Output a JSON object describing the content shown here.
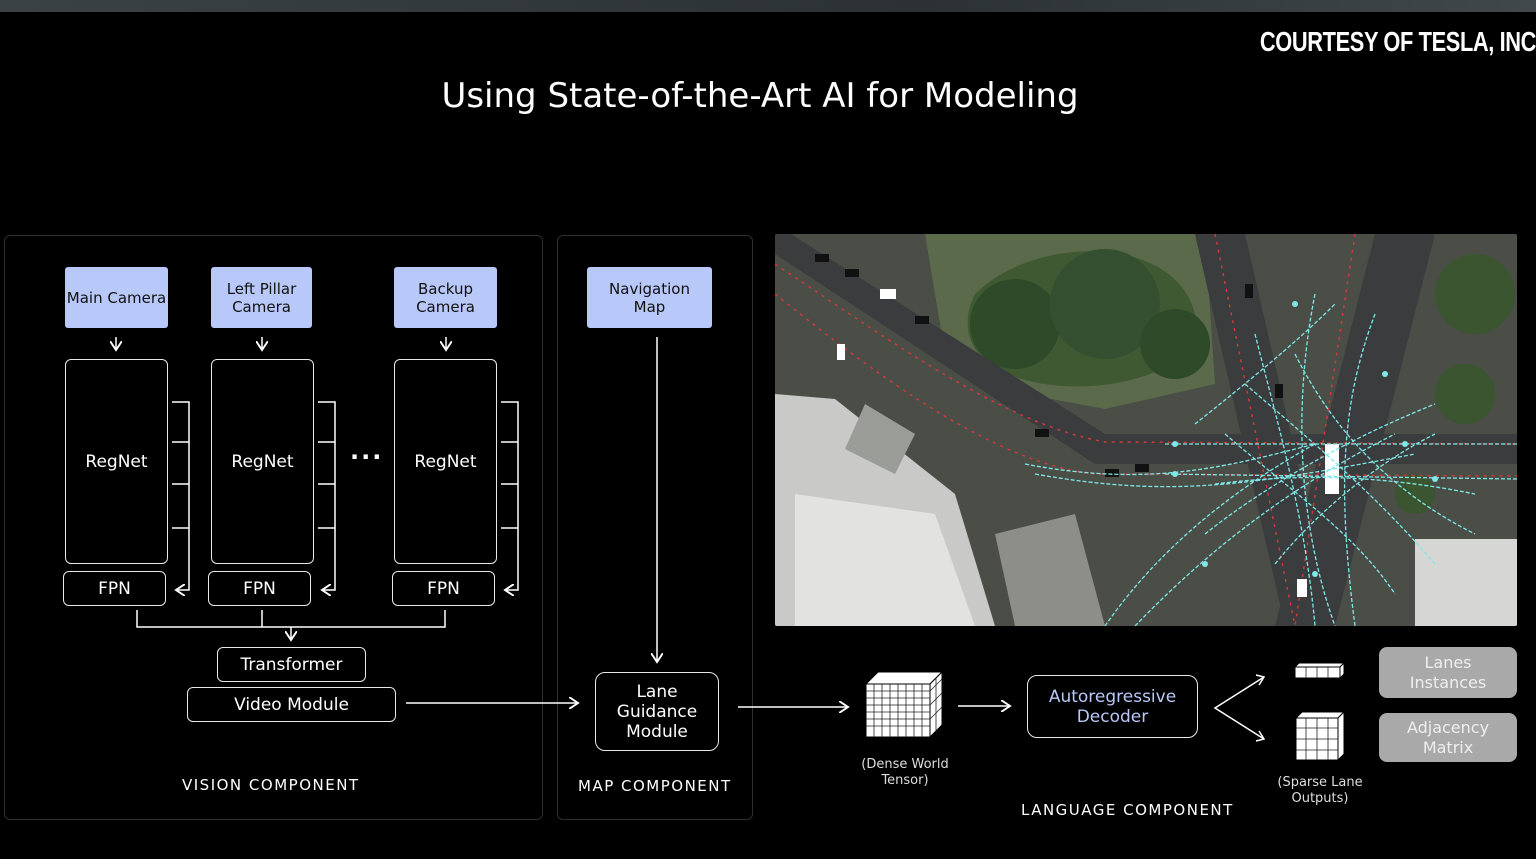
{
  "courtesy": "COURTESY OF TESLA, INC",
  "title": "Using State-of-the-Art AI for Modeling",
  "vision": {
    "cameras": [
      "Main Camera",
      "Left Pillar Camera",
      "Backup Camera"
    ],
    "backbone": "RegNet",
    "fpn": "FPN",
    "ellipsis": "···",
    "transformer": "Transformer",
    "video_module": "Video Module",
    "caption": "VISION COMPONENT"
  },
  "map": {
    "navigation": "Navigation Map",
    "lane_guidance": "Lane Guidance Module",
    "caption": "MAP COMPONENT"
  },
  "language": {
    "dense_tensor": "(Dense World Tensor)",
    "decoder": "Autoregressive Decoder",
    "sparse_outputs": "(Sparse Lane Outputs)",
    "lanes_instances": "Lanes Instances",
    "adjacency_matrix": "Adjacency Matrix",
    "caption": "LANGUAGE COMPONENT"
  },
  "colors": {
    "background": "#000000",
    "input_box": "#b8c8f8",
    "output_box": "#a9a9a9",
    "lane_overlay": "#7fe8e8",
    "road_edge": "#d03a3a"
  }
}
